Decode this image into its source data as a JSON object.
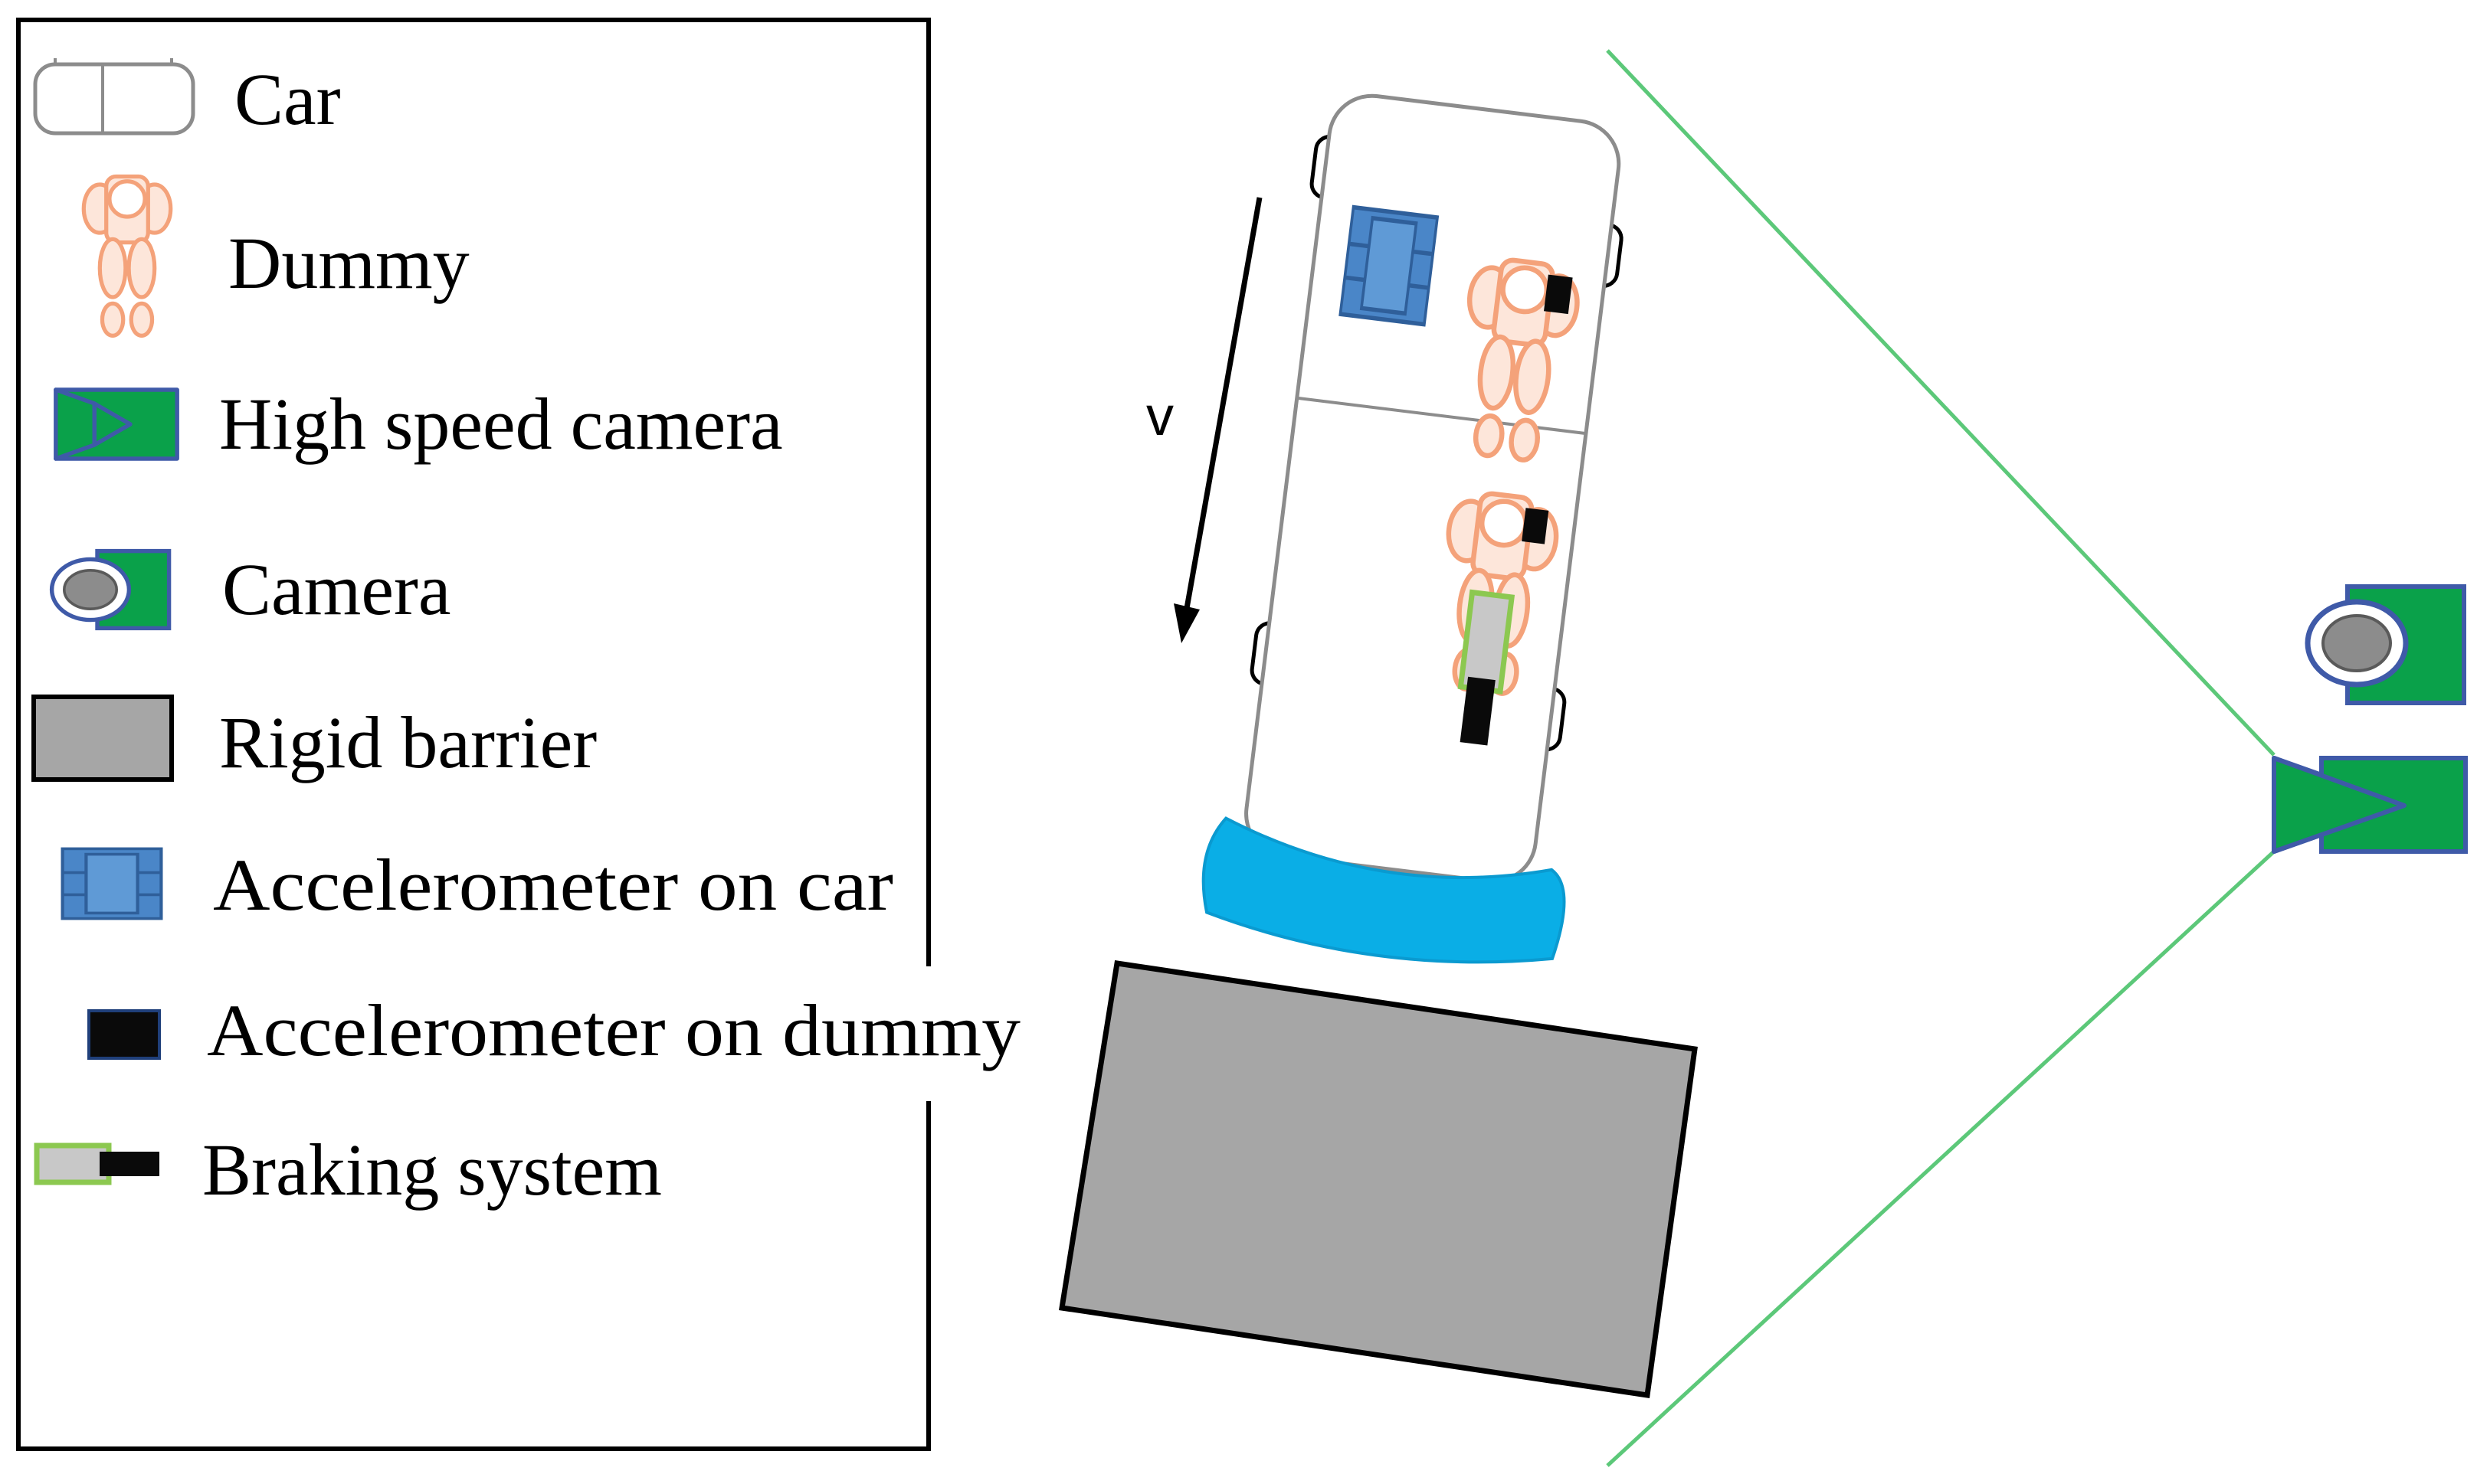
{
  "legend": {
    "items": [
      {
        "key": "car",
        "label": "Car",
        "icon": "car-icon"
      },
      {
        "key": "dummy",
        "label": "Dummy",
        "icon": "dummy-icon"
      },
      {
        "key": "high_speed_camera",
        "label": "High speed camera",
        "icon": "high-speed-camera-icon"
      },
      {
        "key": "camera",
        "label": "Camera",
        "icon": "camera-icon"
      },
      {
        "key": "rigid_barrier",
        "label": "Rigid barrier",
        "icon": "rigid-barrier-icon"
      },
      {
        "key": "accelerometer_car",
        "label": "Accelerometer on car",
        "icon": "accelerometer-car-icon"
      },
      {
        "key": "accelerometer_dummy",
        "label": "Accelerometer on dummy",
        "icon": "accelerometer-dummy-icon"
      },
      {
        "key": "braking_system",
        "label": "Braking system",
        "icon": "braking-system-icon"
      }
    ]
  },
  "scene": {
    "velocity_label": "v"
  },
  "colors": {
    "camera_green": "#0aa14a",
    "camera_outline": "#3f5aa8",
    "dummy_orange": "#f4a27a",
    "dummy_fill": "#fde6da",
    "accelerometer_blue": "#4a86c8",
    "bumper_cyan": "#0aaee6",
    "barrier_gray": "#a6a6a6",
    "view_line_green": "#5cc879",
    "brake_green": "#8cc850"
  }
}
